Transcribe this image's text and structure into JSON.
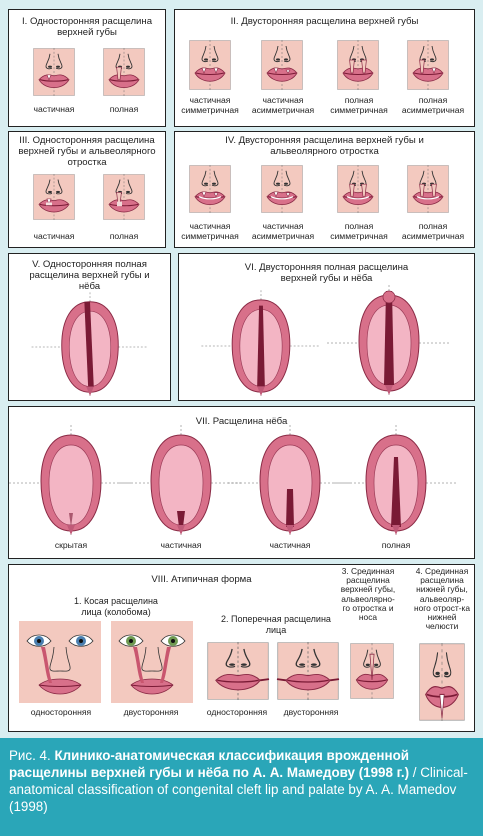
{
  "panels": {
    "p1": {
      "title": "I. Односторонняя расщелина верхней губы",
      "labels": [
        "частичная",
        "полная"
      ]
    },
    "p2": {
      "title": "II. Двусторонняя расщелина верхней губы",
      "labels": [
        "частичная симметричная",
        "частичная асимметричная",
        "полная симметричная",
        "полная асимметричная"
      ]
    },
    "p3": {
      "title": "III. Односторонняя расщелина верхней губы и альвеолярного отростка",
      "labels": [
        "частичная",
        "полная"
      ]
    },
    "p4": {
      "title": "IV. Двусторонняя расщелина верхней губы и альвеолярного отростка",
      "labels": [
        "частичная симметричная",
        "частичная асимметричная",
        "полная симметричная",
        "полная асимметричная"
      ]
    },
    "p5": {
      "title": "V. Односторонняя полная расщелина верхней губы и нёба"
    },
    "p6": {
      "title": "VI. Двусторонняя полная расщелина верхней губы и нёба"
    },
    "p7": {
      "title": "VII. Расщелина нёба",
      "labels": [
        "скрытая",
        "частичная",
        "частичная",
        "полная"
      ]
    },
    "p8": {
      "title": "VIII. Атипичная форма",
      "sub1": "1. Косая расщелина лица (колобома)",
      "sub2": "2. Поперечная расщелина лица",
      "sub3": "3. Срединная расщелина верхней губы, альвеолярно-го отростка и носа",
      "sub4": "4. Срединная расщелина нижней губы, альвеоляр-ного отрост-ка нижней челюсти",
      "labels": [
        "односторонняя",
        "двусторонняя",
        "односторонняя",
        "двусторонняя"
      ]
    }
  },
  "caption": {
    "ru_prefix": "Рис. 4. ",
    "ru_bold": "Клинико-анатомическая классификация врожденной расщелины верхней губы и нёба по А. А. Мамедову (1998 г.)",
    "en": " / Clinical-anatomical classification of congenital cleft lip and palate by A. A. Mamedov (1998)"
  },
  "colors": {
    "background": "#d9eef1",
    "caption_bg": "#2aa6b8",
    "lip": "#d8708a",
    "mouth": "#7a1a35",
    "skin": "#f3c9bf"
  }
}
